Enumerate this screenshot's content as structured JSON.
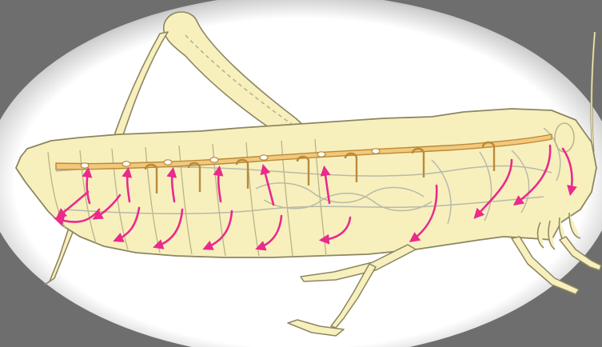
{
  "colors": {
    "background_gray": "#6e6e6e",
    "vignette_white": "#ffffff",
    "body_fill": "#f7f0bd",
    "body_outline": "#8c8660",
    "internal_lines": "#b9b9a8",
    "heart_fill": "#f3c87a",
    "heart_outline": "#b98a3a",
    "flow_arrow": "#ea2a8c"
  },
  "diagram": {
    "subject": "grasshopper-open-circulatory-system",
    "arrow_count": 18,
    "ostia_count": 7
  }
}
